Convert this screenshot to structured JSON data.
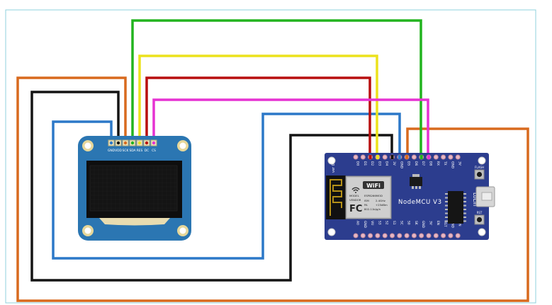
{
  "oled": {
    "pins": [
      "GND",
      "VDD",
      "SCK",
      "SDA",
      "RES",
      "DC",
      "CS"
    ]
  },
  "nodemcu": {
    "name": "NodeMCU V3",
    "brand": "LoLin",
    "version": "ver 0.1",
    "top_pins": [
      "D0",
      "D1",
      "D2",
      "D3",
      "D4",
      "3V",
      "GND",
      "D5",
      "D6",
      "D7",
      "D8",
      "RX",
      "TX",
      "GND",
      "3V"
    ],
    "bottom_pins": [
      "A0",
      "GND",
      "VU",
      "S3",
      "S2",
      "S1",
      "SC",
      "S0",
      "SK",
      "GND",
      "3V",
      "EN",
      "RST",
      "GND",
      "VIN"
    ],
    "flash_label": "FLASH",
    "rst_label": "RST",
    "module": {
      "wifi": "WiFi",
      "model_label": "MODEL",
      "model_value": "ESP8266MOD",
      "vendor": "VENDOR",
      "ism": "ISM",
      "ism_freq": "2.4GHz",
      "pa": "PA",
      "pa_value": "+25dBm",
      "std": "802.11b/g/n",
      "fcc": "FC"
    }
  },
  "wire_colors": {
    "orange": "#d86a1e",
    "black": "#141414",
    "blue": "#2c78c8",
    "green": "#22b41e",
    "yellow": "#ece21c",
    "red": "#b80f0f",
    "magenta": "#e632d2"
  }
}
